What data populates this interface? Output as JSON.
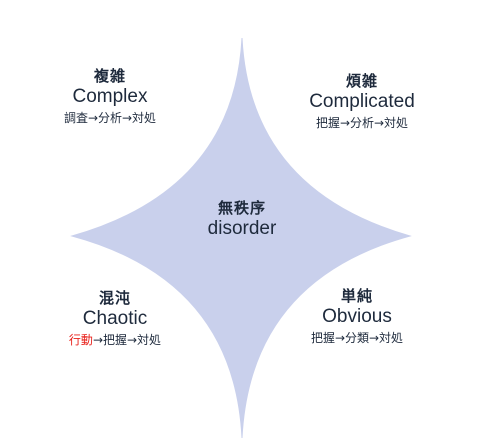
{
  "colors": {
    "star_fill": "#c9d0ec",
    "text": "#1e2a3c",
    "accent": "#e8211b"
  },
  "quadrants": {
    "complex": {
      "jp": "複雑",
      "en": "Complex",
      "steps": "調査→分析→対処"
    },
    "complicated": {
      "jp": "煩雑",
      "en": "Complicated",
      "steps": "把握→分析→対処"
    },
    "disorder": {
      "jp": "無秩序",
      "en": "disorder"
    },
    "chaotic": {
      "jp": "混沌",
      "en": "Chaotic",
      "steps_highlight": "行動",
      "steps_rest": "→把握→対処"
    },
    "obvious": {
      "jp": "単純",
      "en": "Obvious",
      "steps": "把握→分類→対処"
    }
  }
}
